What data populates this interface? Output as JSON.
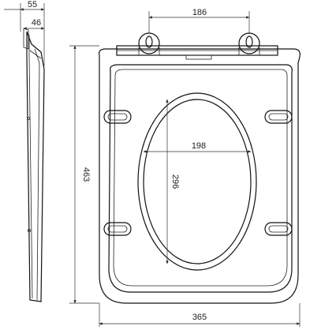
{
  "dimensions": {
    "side_depth_total": "55",
    "side_depth_seat": "46",
    "hinge_spacing": "186",
    "overall_length": "463",
    "overall_width": "365",
    "opening_width": "198",
    "opening_length": "296"
  }
}
